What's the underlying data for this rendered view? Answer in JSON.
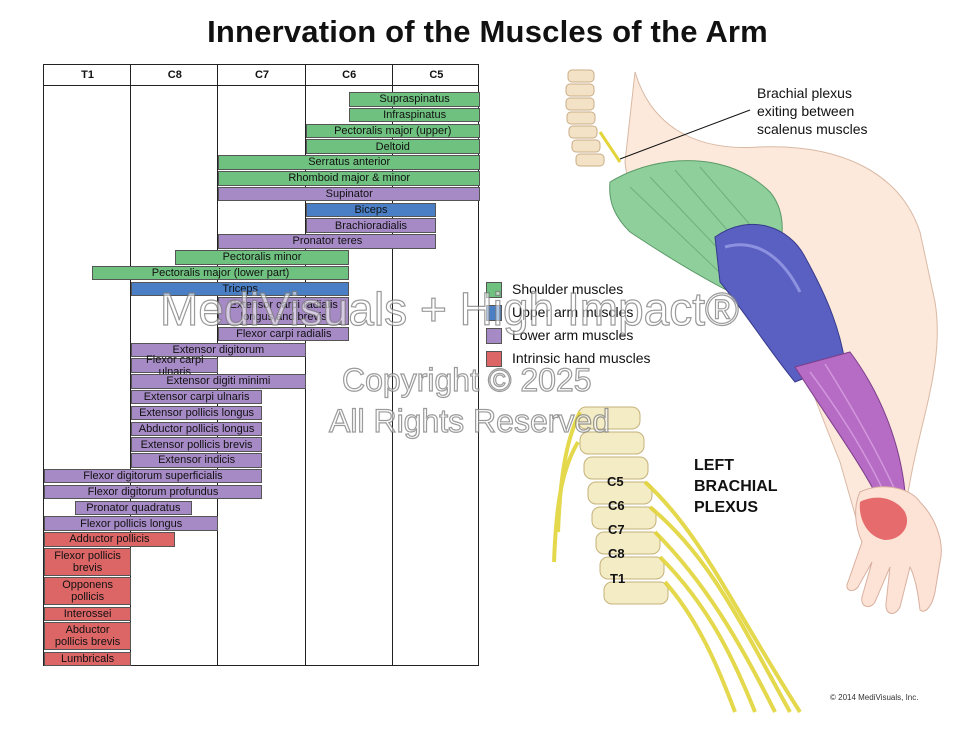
{
  "title": "Innervation of the Muscles of the Arm",
  "columns": [
    "T1",
    "C8",
    "C7",
    "C6",
    "C5"
  ],
  "muscles": [
    {
      "name": "Supraspinatus",
      "group": "shoulder",
      "from": 3.5,
      "to": 5
    },
    {
      "name": "Infraspinatus",
      "group": "shoulder",
      "from": 3.5,
      "to": 5
    },
    {
      "name": "Pectoralis major (upper)",
      "group": "shoulder",
      "from": 3,
      "to": 5
    },
    {
      "name": "Deltoid",
      "group": "shoulder",
      "from": 3,
      "to": 5
    },
    {
      "name": "Serratus anterior",
      "group": "shoulder",
      "from": 2,
      "to": 5
    },
    {
      "name": "Rhomboid major & minor",
      "group": "shoulder",
      "from": 2,
      "to": 5
    },
    {
      "name": "Supinator",
      "group": "lower",
      "from": 2,
      "to": 5
    },
    {
      "name": "Biceps",
      "group": "upper",
      "from": 3,
      "to": 4.5
    },
    {
      "name": "Brachioradialis",
      "group": "lower",
      "from": 3,
      "to": 4.5
    },
    {
      "name": "Pronator teres",
      "group": "lower",
      "from": 2,
      "to": 4.5
    },
    {
      "name": "Pectoralis minor",
      "group": "shoulder",
      "from": 1.5,
      "to": 3.5
    },
    {
      "name": "Pectoralis major (lower part)",
      "group": "shoulder",
      "from": 0.55,
      "to": 3.5
    },
    {
      "name": "Triceps",
      "group": "upper",
      "from": 1,
      "to": 3.5
    },
    {
      "name": "Extensor carpi radialis longus and brevis",
      "group": "lower",
      "from": 2,
      "to": 3.5
    },
    {
      "name": "Flexor carpi radialis",
      "group": "lower",
      "from": 2,
      "to": 3.5
    },
    {
      "name": "Extensor digitorum",
      "group": "lower",
      "from": 1,
      "to": 3
    },
    {
      "name": "Flexor carpi ulnaris",
      "group": "lower",
      "from": 1,
      "to": 2
    },
    {
      "name": "Extensor digiti minimi",
      "group": "lower",
      "from": 1,
      "to": 3
    },
    {
      "name": "Extensor carpi ulnaris",
      "group": "lower",
      "from": 1,
      "to": 2.5
    },
    {
      "name": "Extensor pollicis longus",
      "group": "lower",
      "from": 1,
      "to": 2.5
    },
    {
      "name": "Abductor pollicis longus",
      "group": "lower",
      "from": 1,
      "to": 2.5
    },
    {
      "name": "Extensor pollicis brevis",
      "group": "lower",
      "from": 1,
      "to": 2.5
    },
    {
      "name": "Extensor indicis",
      "group": "lower",
      "from": 1,
      "to": 2.5
    },
    {
      "name": "Flexor digitorum superficialis",
      "group": "lower",
      "from": 0,
      "to": 2.5
    },
    {
      "name": "Flexor digitorum profundus",
      "group": "lower",
      "from": 0,
      "to": 2.5
    },
    {
      "name": "Pronator quadratus",
      "group": "lower",
      "from": 0.35,
      "to": 1.7
    },
    {
      "name": "Flexor pollicis longus",
      "group": "lower",
      "from": 0,
      "to": 2
    },
    {
      "name": "Adductor pollicis",
      "group": "hand",
      "from": 0,
      "to": 1.5
    },
    {
      "name": "Flexor pollicis brevis",
      "group": "hand",
      "from": 0,
      "to": 1
    },
    {
      "name": "Opponens pollicis",
      "group": "hand",
      "from": 0,
      "to": 1
    },
    {
      "name": "Interossei",
      "group": "hand",
      "from": 0,
      "to": 1
    },
    {
      "name": "Abductor pollicis brevis",
      "group": "hand",
      "from": 0,
      "to": 1
    },
    {
      "name": "Lumbricals",
      "group": "hand",
      "from": 0,
      "to": 1
    }
  ],
  "legend": [
    {
      "key": "shoulder",
      "label": "Shoulder muscles",
      "color": "#6fc17f"
    },
    {
      "key": "upper",
      "label": "Upper arm muscles",
      "color": "#4a7fc6"
    },
    {
      "key": "lower",
      "label": "Lower arm muscles",
      "color": "#a68ac6"
    },
    {
      "key": "hand",
      "label": "Intrinsic hand muscles",
      "color": "#dc6566"
    }
  ],
  "annotation": {
    "line1": "Brachial plexus",
    "line2": "exiting between",
    "line3": "scalenus muscles"
  },
  "plexus_label": {
    "line1": "LEFT",
    "line2": "BRACHIAL",
    "line3": "PLEXUS"
  },
  "vertebra_labels": [
    "C5",
    "C6",
    "C7",
    "C8",
    "T1"
  ],
  "copyright": "© 2014 MediVisuals, Inc.",
  "watermark": {
    "line1": "MediVisuals + High Impact®",
    "line2": "Copyright © 2025",
    "line3": "All Rights Reserved"
  }
}
